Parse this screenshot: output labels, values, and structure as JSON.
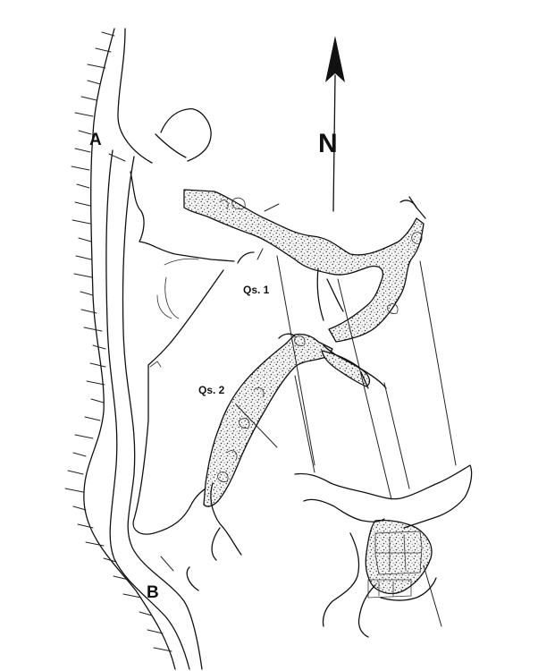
{
  "labels": {
    "point_a": "A",
    "point_b": "B",
    "north": "N",
    "section_1": "Qs. 1",
    "section_2": "Qs. 2"
  },
  "colors": {
    "ink": "#111111",
    "background": "#ffffff"
  }
}
